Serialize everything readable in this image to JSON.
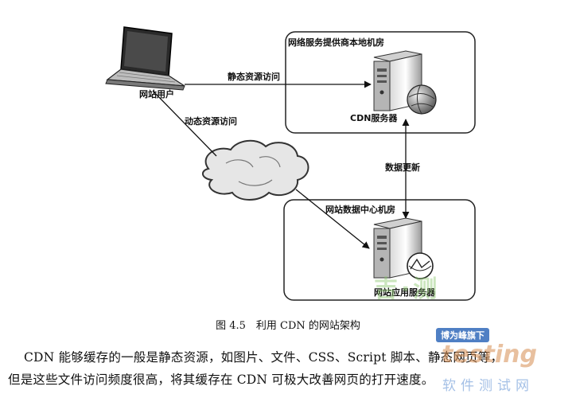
{
  "diagram": {
    "user_label": "网站用户",
    "static_access": "静态资源访问",
    "dynamic_access": "动态资源访问",
    "isp_room": "网络服务提供商本地机房",
    "cdn_server": "CDN服务器",
    "data_update": "数据更新",
    "center_room": "网站数据中心机房",
    "app_server": "网站应用服务器"
  },
  "caption": "图 4.5　利用 CDN 的网站架构",
  "paragraph": {
    "line1": "CDN 能够缓存的一般是静态资源，如图片、文件、CSS、Script 脚本、静态网页等，",
    "line2": "但是这些文件访问频度很高，将其缓存在 CDN 可极大改善网页的打开速度。"
  },
  "watermark": {
    "badge": "博为峰旗下",
    "brand": "testing",
    "site": "软件测试网",
    "green_logo": "吉·测"
  }
}
